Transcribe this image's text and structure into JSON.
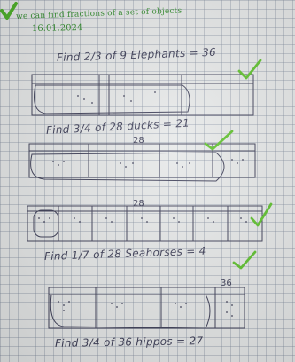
{
  "title_line": "we can find fractions of a set of objects",
  "date": "16.01.2024",
  "questions": [
    "Find 2/3 of 9 Elephants = 36",
    "Find 3/4 of 28 ducks = 21",
    "Find 1/7 of 28 Seahorses = 4",
    "Find 3/4 of 36 hippos = 27"
  ],
  "labels": {
    "bar2_total": "28",
    "bar3_total": "28",
    "bar4_total": "36"
  },
  "colors": {
    "ink": "#3b3c55",
    "tick": "#4caf28",
    "title": "#2f8a2a"
  }
}
